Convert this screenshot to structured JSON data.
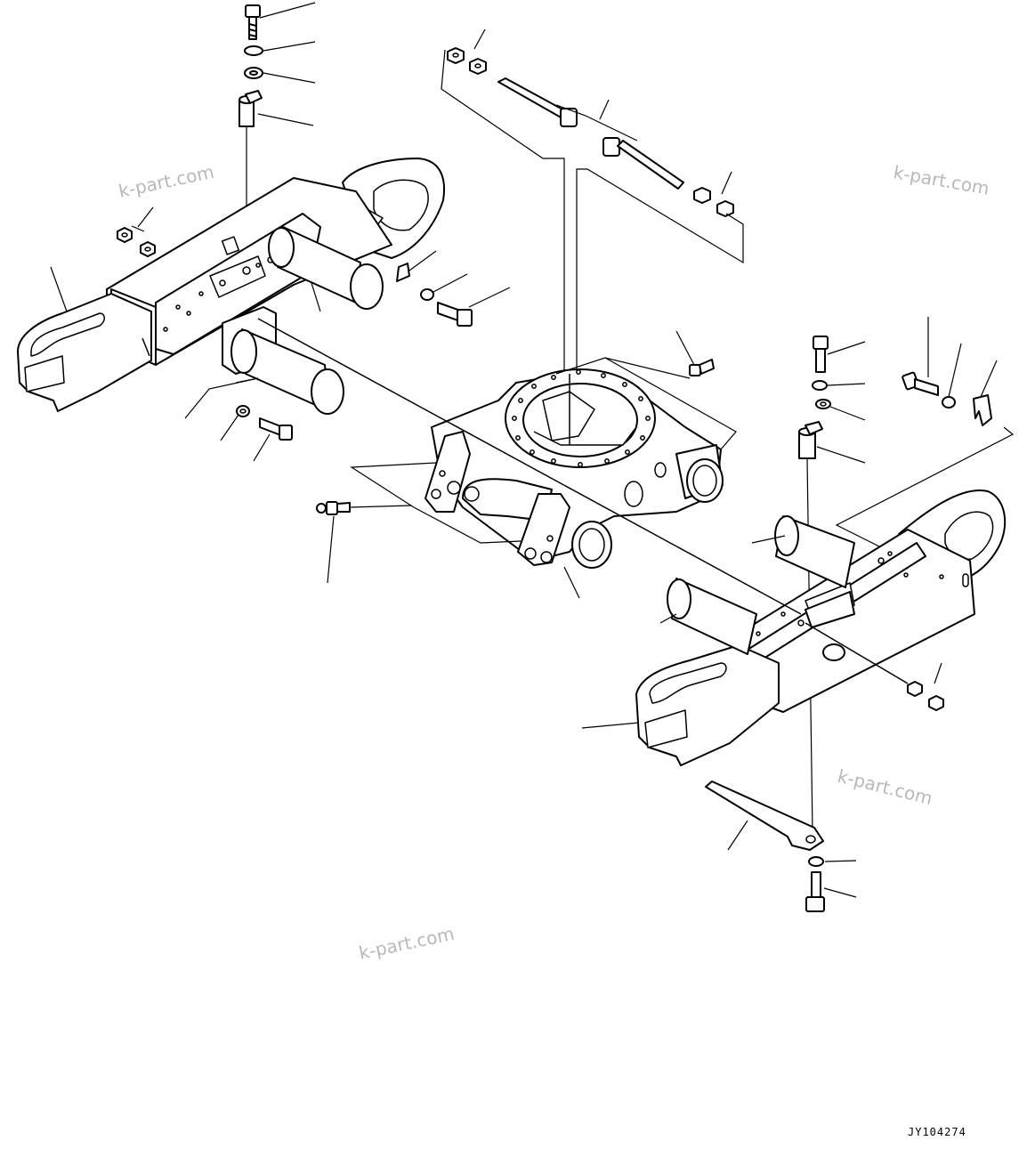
{
  "diagram": {
    "drawing_code": "JY104274",
    "watermarks": [
      "k-part.com",
      "k-part.com",
      "k-part.com",
      "k-part.com"
    ]
  }
}
